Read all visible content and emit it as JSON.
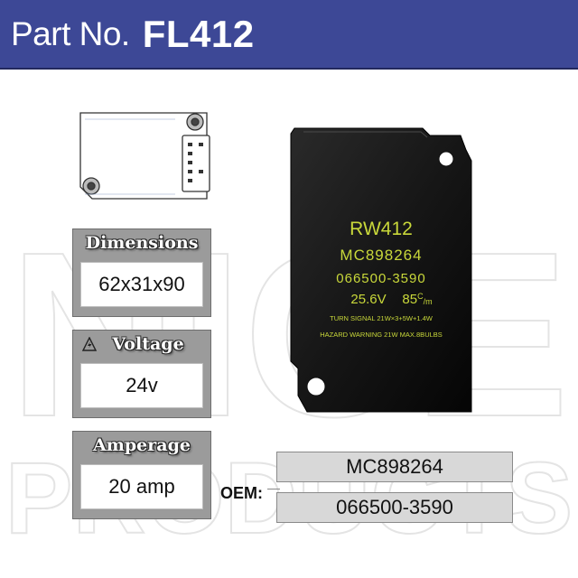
{
  "header": {
    "label": "Part No.",
    "part_number": "FL412",
    "background": "#3d4896"
  },
  "watermark": {
    "line1": "NICE",
    "line2": "PRODUCTS"
  },
  "product_label": {
    "model": "RW412",
    "code": "MC898264",
    "part": "066500-3590",
    "voltage": "25.6V",
    "temp_num": "85",
    "temp_sup": "C",
    "temp_sub": "/m",
    "line1": "TURN SIGNAL 21W×3+5W+1.4W",
    "line2": "HAZARD WARNING 21W MAX.8BULBS"
  },
  "specs": {
    "dimensions": {
      "title": "Dimensions",
      "value": "62x31x90"
    },
    "voltage": {
      "title": "Voltage",
      "value": "24v"
    },
    "amperage": {
      "title": "Amperage",
      "value": "20 amp"
    }
  },
  "oem": {
    "label": "OEM:",
    "numbers": [
      "MC898264",
      "066500-3590"
    ]
  }
}
